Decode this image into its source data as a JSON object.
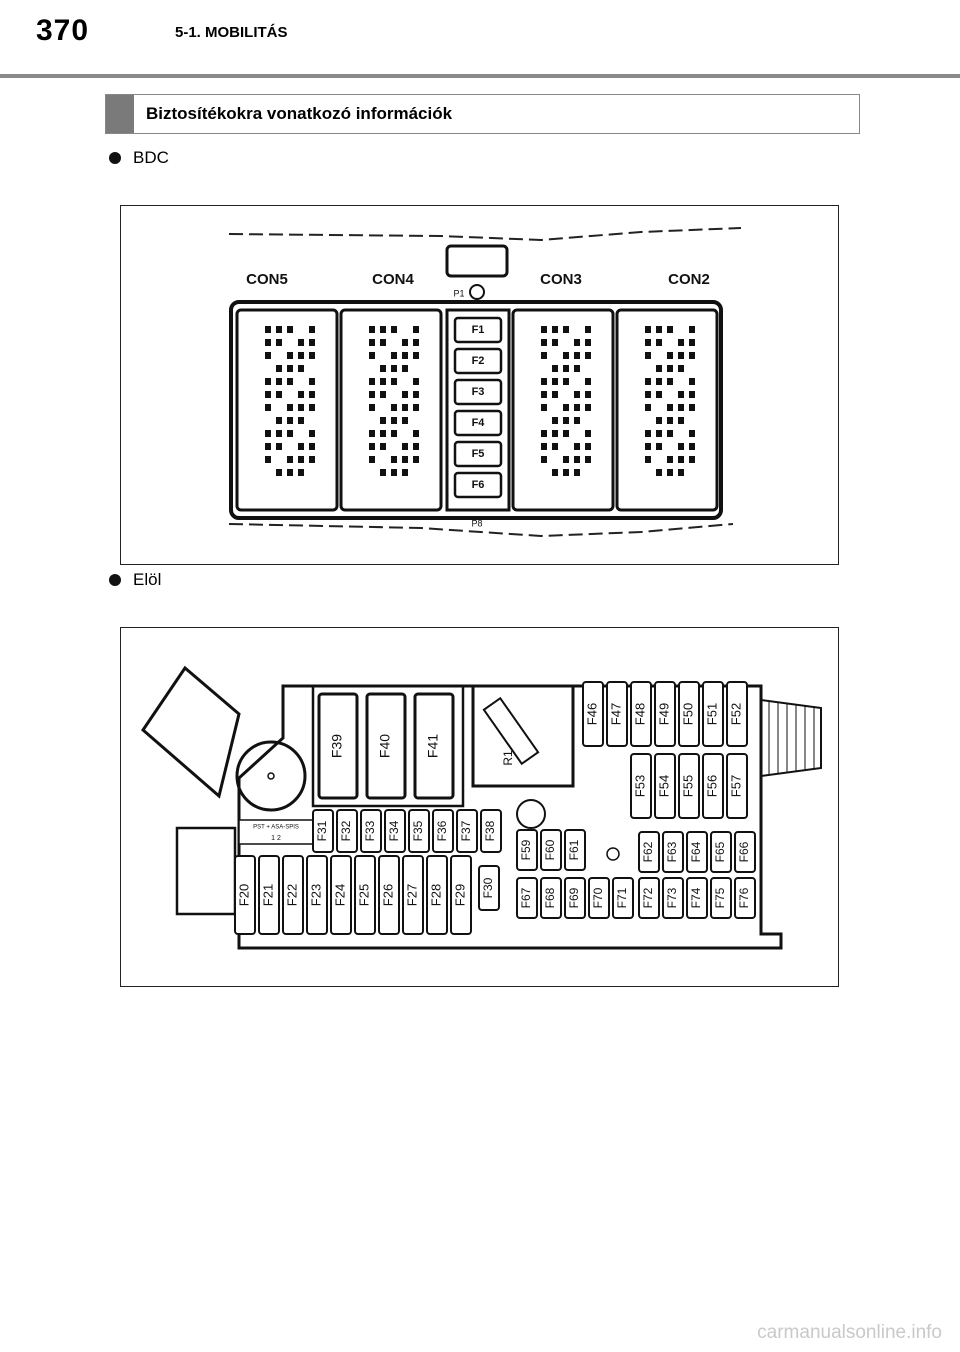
{
  "header": {
    "page_number": "370",
    "section": "5-1. MOBILITÁS"
  },
  "info_box": {
    "title": "Biztosítékokra vonatkozó információk"
  },
  "bdc": {
    "label": "BDC",
    "connectors": [
      "CON5",
      "CON4",
      "CON3",
      "CON2"
    ],
    "fuses": [
      "F1",
      "F2",
      "F3",
      "F4",
      "F5",
      "F6"
    ],
    "marks": [
      "P1",
      "P8"
    ]
  },
  "front": {
    "label": "Elöl",
    "large_fuses": [
      "F39",
      "F40",
      "F41"
    ],
    "relay": "R1",
    "top_right_row": [
      "F46",
      "F47",
      "F48",
      "F49",
      "F50",
      "F51",
      "F52"
    ],
    "right_mid_row": [
      "F53",
      "F54",
      "F55",
      "F56",
      "F57"
    ],
    "mid_row": [
      "F31",
      "F32",
      "F33",
      "F34",
      "F35",
      "F36",
      "F37",
      "F38"
    ],
    "bottom_left_row": [
      "F20",
      "F21",
      "F22",
      "F23",
      "F24",
      "F25",
      "F26",
      "F27",
      "F28",
      "F29",
      "F30"
    ],
    "small_upper": [
      "F59",
      "F60",
      "F61"
    ],
    "small_right_upper": [
      "F62",
      "F63",
      "F64",
      "F65",
      "F66"
    ],
    "bottom_row": [
      "F67",
      "F68",
      "F69",
      "F70",
      "F71",
      "F72",
      "F73",
      "F74",
      "F75",
      "F76"
    ],
    "label_plate_line1": "PST + ASA-SPIS",
    "label_plate_line2": "1 2"
  },
  "watermark": "carmanualsonline.info"
}
